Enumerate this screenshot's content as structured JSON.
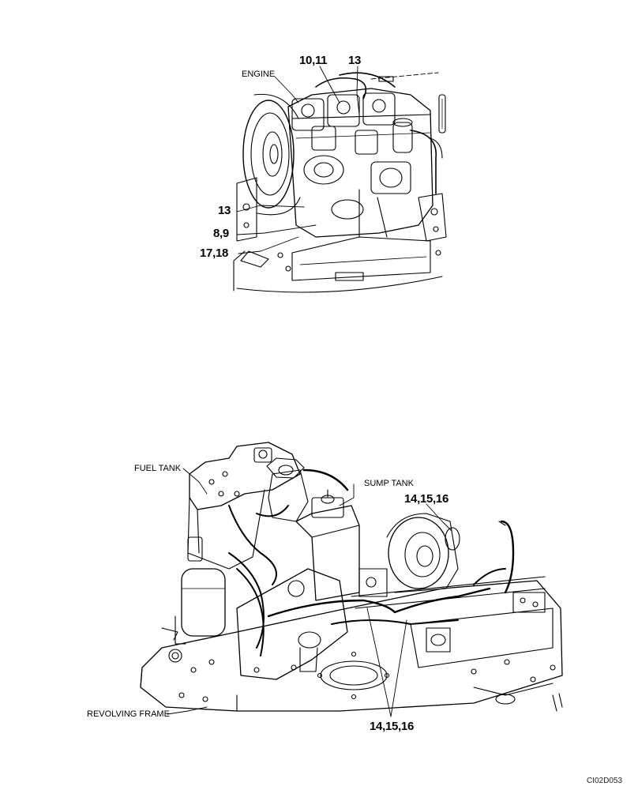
{
  "top_view": {
    "labels": {
      "engine": "ENGINE",
      "c_10_11": "10,11",
      "c_13_top": "13",
      "c_13_left": "13",
      "c_8_9": "8,9",
      "c_17_18": "17,18"
    }
  },
  "bottom_view": {
    "labels": {
      "fuel_tank": "FUEL TANK",
      "sump_tank": "SUMP TANK",
      "c_14_15_16_top": "14,15,16",
      "revolving_frame": "REVOLVING FRAME",
      "c_14_15_16_bottom": "14,15,16"
    }
  },
  "document_id": "CI02D053"
}
